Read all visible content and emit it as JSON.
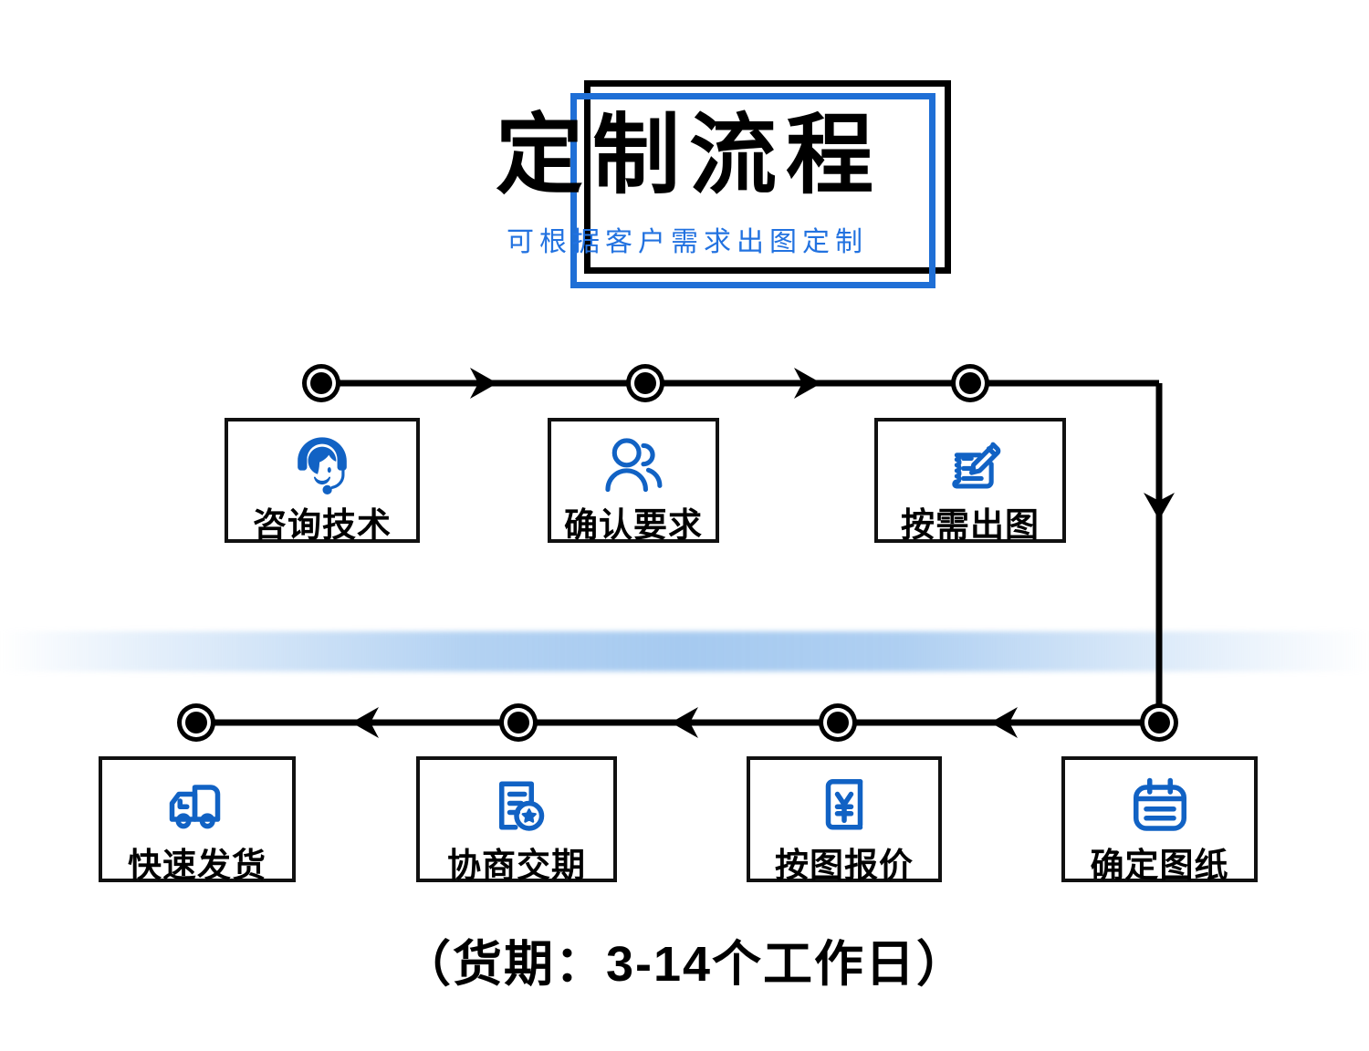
{
  "header": {
    "title": "定制流程",
    "subtitle": "可根据客户需求出图定制",
    "frame_black_color": "#000000",
    "frame_blue_color": "#1f6fd6"
  },
  "theme": {
    "accent_blue": "#1162c4",
    "subtitle_blue": "#2272e0",
    "band_blue": "#a6caf0",
    "line_black": "#000000",
    "box_border": "#111111",
    "background": "#ffffff"
  },
  "flow": {
    "top_row": [
      {
        "id": "consult",
        "label": "咨询技术",
        "icon": "headset-support-icon"
      },
      {
        "id": "confirm",
        "label": "确认要求",
        "icon": "two-people-icon"
      },
      {
        "id": "draw",
        "label": "按需出图",
        "icon": "document-pencil-icon"
      }
    ],
    "bottom_row": [
      {
        "id": "ship",
        "label": "快速发货",
        "icon": "delivery-truck-icon"
      },
      {
        "id": "lead-time",
        "label": "协商交期",
        "icon": "certificate-star-icon"
      },
      {
        "id": "quote",
        "label": "按图报价",
        "icon": "yuan-price-sheet-icon"
      },
      {
        "id": "confirm-drawing",
        "label": "确定图纸",
        "icon": "notepad-lines-icon"
      }
    ]
  },
  "footer": {
    "caption": "（货期：3-14个工作日）"
  }
}
